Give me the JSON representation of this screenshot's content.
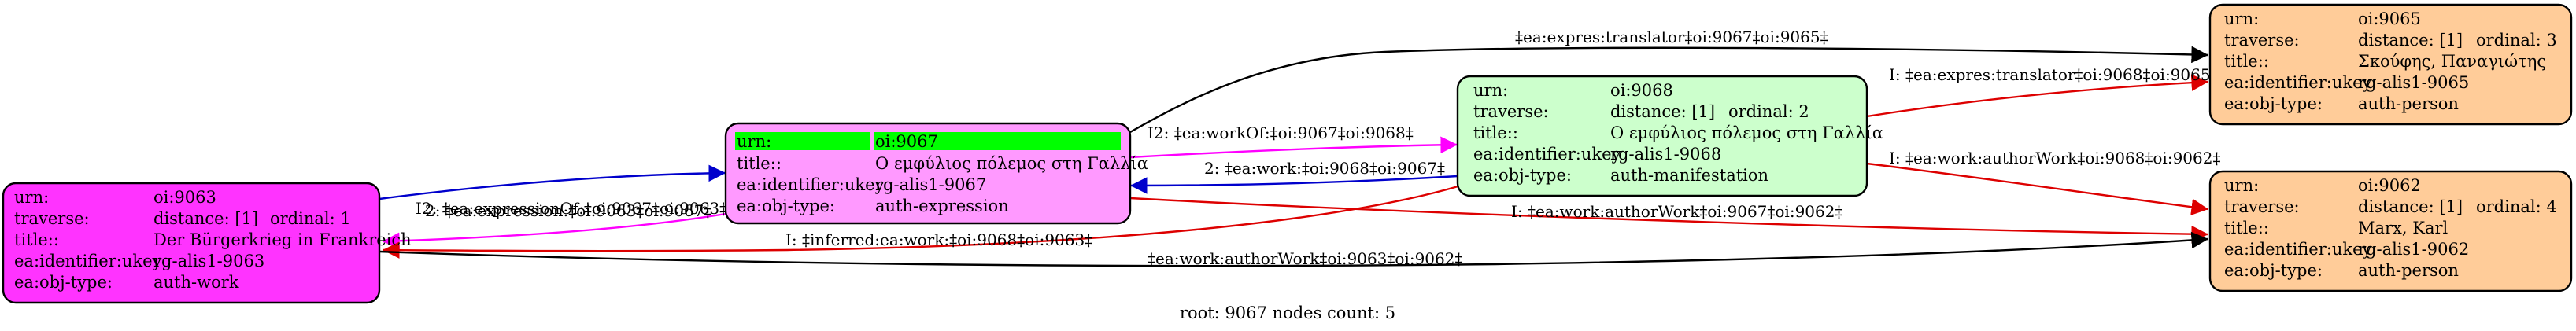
{
  "colors": {
    "work": "#ff33ff",
    "expression": "#ff99ff",
    "expression_highlight": "#00ff00",
    "manifestation": "#ccffcc",
    "person": "#ffcc99",
    "edge_blue": "#0000cc",
    "edge_magenta": "#ff00ff",
    "edge_red": "#dd0000",
    "edge_black": "#000000"
  },
  "nodes": {
    "n9063": {
      "rows": [
        {
          "key": "urn:",
          "val": "oi:9063"
        },
        {
          "key": "traverse:",
          "val": "distance: [1]",
          "extra": "ordinal: 1"
        },
        {
          "key": "title::",
          "val": "Der Bürgerkrieg in Frankreich"
        },
        {
          "key": "ea:identifier:ukey",
          "val": "rg-alis1-9063"
        },
        {
          "key": "ea:obj-type:",
          "val": "auth-work"
        }
      ]
    },
    "n9067": {
      "rows": [
        {
          "key": "urn:",
          "val": "oi:9067"
        },
        {
          "key": "title::",
          "val": "Ο εμφύλιος πόλεμος στη Γαλλία"
        },
        {
          "key": "ea:identifier:ukey",
          "val": "rg-alis1-9067"
        },
        {
          "key": "ea:obj-type:",
          "val": "auth-expression"
        }
      ]
    },
    "n9068": {
      "rows": [
        {
          "key": "urn:",
          "val": "oi:9068"
        },
        {
          "key": "traverse:",
          "val": "distance: [1]",
          "extra": "ordinal: 2"
        },
        {
          "key": "title::",
          "val": "Ο εμφύλιος πόλεμος στη Γαλλία"
        },
        {
          "key": "ea:identifier:ukey",
          "val": "rg-alis1-9068"
        },
        {
          "key": "ea:obj-type:",
          "val": "auth-manifestation"
        }
      ]
    },
    "n9065": {
      "rows": [
        {
          "key": "urn:",
          "val": "oi:9065"
        },
        {
          "key": "traverse:",
          "val": "distance: [1]",
          "extra": "ordinal: 3"
        },
        {
          "key": "title::",
          "val": "Σκούφης, Παναγιώτης"
        },
        {
          "key": "ea:identifier:ukey",
          "val": "rg-alis1-9065"
        },
        {
          "key": "ea:obj-type:",
          "val": "auth-person"
        }
      ]
    },
    "n9062": {
      "rows": [
        {
          "key": "urn:",
          "val": "oi:9062"
        },
        {
          "key": "traverse:",
          "val": "distance: [1]",
          "extra": "ordinal: 4"
        },
        {
          "key": "title::",
          "val": "Marx, Karl"
        },
        {
          "key": "ea:identifier:ukey",
          "val": "rg-alis1-9062"
        },
        {
          "key": "ea:obj-type:",
          "val": "auth-person"
        }
      ]
    }
  },
  "edges": {
    "expression": "2: ‡ea:expression:‡oi:9063‡oi:9067‡",
    "expressionOf": "I2: ‡ea:expressionOf:‡oi:9067‡oi:9063‡",
    "workOf": "I2: ‡ea:workOf:‡oi:9067‡oi:9068‡",
    "work": "2: ‡ea:work:‡oi:9068‡oi:9067‡",
    "translator9067": "‡ea:expres:translator‡oi:9067‡oi:9065‡",
    "translator9068": "I: ‡ea:expres:translator‡oi:9068‡oi:9065‡",
    "authorWork9068": "I: ‡ea:work:authorWork‡oi:9068‡oi:9062‡",
    "authorWork9067": "I: ‡ea:work:authorWork‡oi:9067‡oi:9062‡",
    "inferred": "I: ‡inferred:ea:work:‡oi:9068‡oi:9063‡",
    "authorWork9063": "‡ea:work:authorWork‡oi:9063‡oi:9062‡"
  },
  "footer": "root: 9067 nodes count: 5"
}
